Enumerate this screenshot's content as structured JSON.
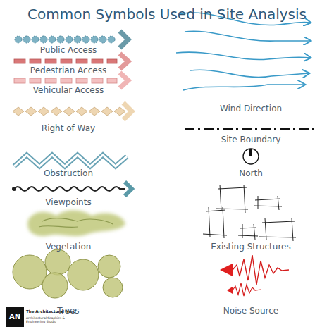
{
  "diagram": {
    "title": "Common Symbols Used in Site Analysis",
    "labels": [
      "Public Access",
      "Pedestrian Access",
      "Vehicular Access",
      "Right of Way",
      "Obstruction",
      "Viewpoints",
      "Vegetation",
      "Trees",
      "Wind Direction",
      "Site Boundary",
      "North",
      "Existing Structures",
      "Noise Source",
      "AN",
      "The Architectural Nerd",
      "Architectural Graphics & Engineering Studio"
    ]
  }
}
